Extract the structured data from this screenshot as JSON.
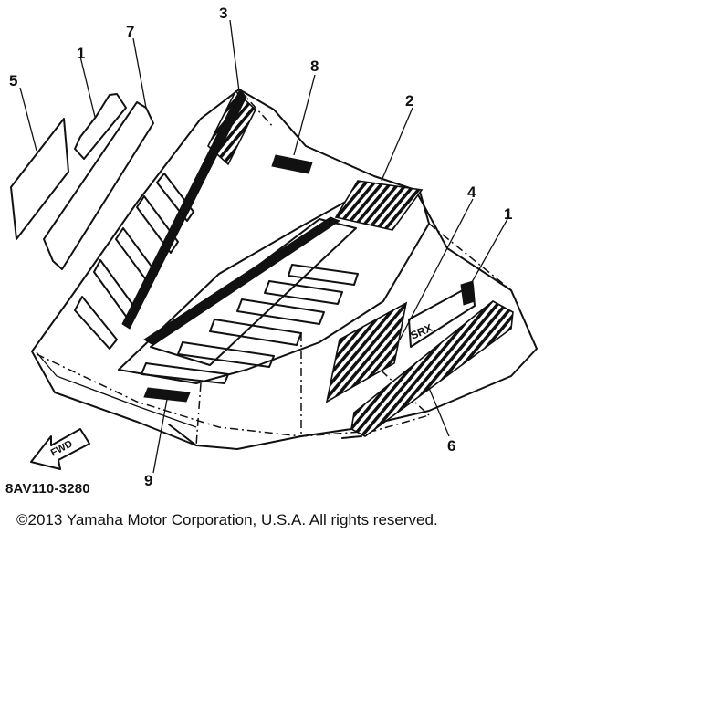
{
  "callouts": {
    "c1a": "1",
    "c1b": "1",
    "c2": "2",
    "c3": "3",
    "c4": "4",
    "c5": "5",
    "c6": "6",
    "c7": "7",
    "c8": "8",
    "c9": "9"
  },
  "fwd_label": "FWD",
  "part_number": "8AV110-3280",
  "copyright": "©2013 Yamaha Motor Corporation, U.S.A. All rights reserved."
}
